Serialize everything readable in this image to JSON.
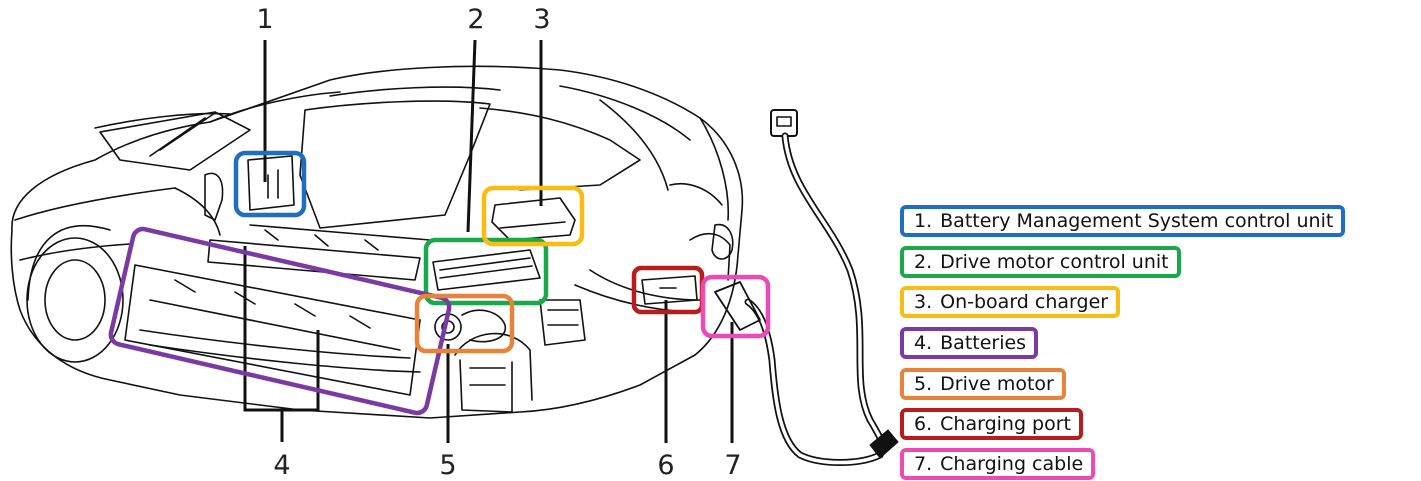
{
  "callouts": [
    "1",
    "2",
    "3",
    "4",
    "5",
    "6",
    "7"
  ],
  "legend": [
    {
      "num": "1.",
      "label": "Battery Management System control unit",
      "color": "#1f6fc0"
    },
    {
      "num": "2.",
      "label": "Drive motor control unit",
      "color": "#1aa84a"
    },
    {
      "num": "3.",
      "label": "On-board charger",
      "color": "#f7bd13"
    },
    {
      "num": "4.",
      "label": "Batteries",
      "color": "#7b3aa1"
    },
    {
      "num": "5.",
      "label": "Drive motor",
      "color": "#e8843a"
    },
    {
      "num": "6.",
      "label": "Charging port",
      "color": "#b81c1c"
    },
    {
      "num": "7.",
      "label": "Charging cable",
      "color": "#ec4ab5"
    }
  ]
}
